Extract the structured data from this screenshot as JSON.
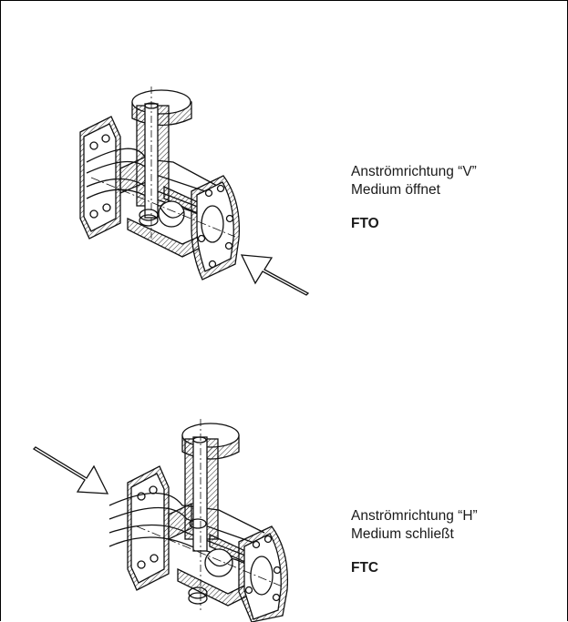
{
  "figures": [
    {
      "direction_label": "Anströmrichtung “V”",
      "medium_label": "Medium öffnet",
      "code": "FTO"
    },
    {
      "direction_label": "Anströmrichtung “H”",
      "medium_label": "Medium schließt",
      "code": "FTC"
    }
  ]
}
